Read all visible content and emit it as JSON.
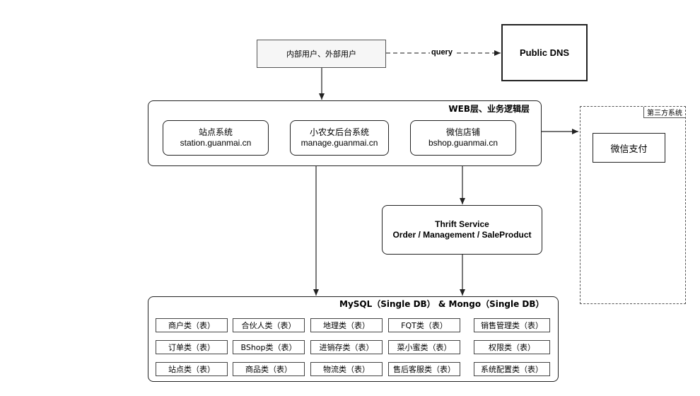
{
  "users": {
    "label": "内部用户、外部用户"
  },
  "edge_query": {
    "label": "query"
  },
  "dns": {
    "label": "Public DNS"
  },
  "web": {
    "title": "WEB层、业务逻辑层",
    "systems": [
      {
        "name": "站点系统",
        "domain": "station.guanmai.cn"
      },
      {
        "name": "小农女后台系统",
        "domain": "manage.guanmai.cn"
      },
      {
        "name": "微信店铺",
        "domain": "bshop.guanmai.cn"
      }
    ]
  },
  "thrift": {
    "line1": "Thrift Service",
    "line2": "Order / Management / SaleProduct"
  },
  "third_party": {
    "title": "第三方系统",
    "service": "微信支付"
  },
  "db": {
    "title": "MySQL（Single DB） & Mongo（Single DB）",
    "tables": [
      [
        "商户类（表）",
        "合伙人类（表）",
        "地理类（表）",
        "FQT类（表）",
        "销售管理类（表）"
      ],
      [
        "订单类（表）",
        "BShop类（表）",
        "进销存类（表）",
        "菜小蜜类（表）",
        "权限类（表）"
      ],
      [
        "站点类（表）",
        "商品类（表）",
        "物流类（表）",
        "售后客服类（表）",
        "系统配置类（表）"
      ]
    ]
  }
}
